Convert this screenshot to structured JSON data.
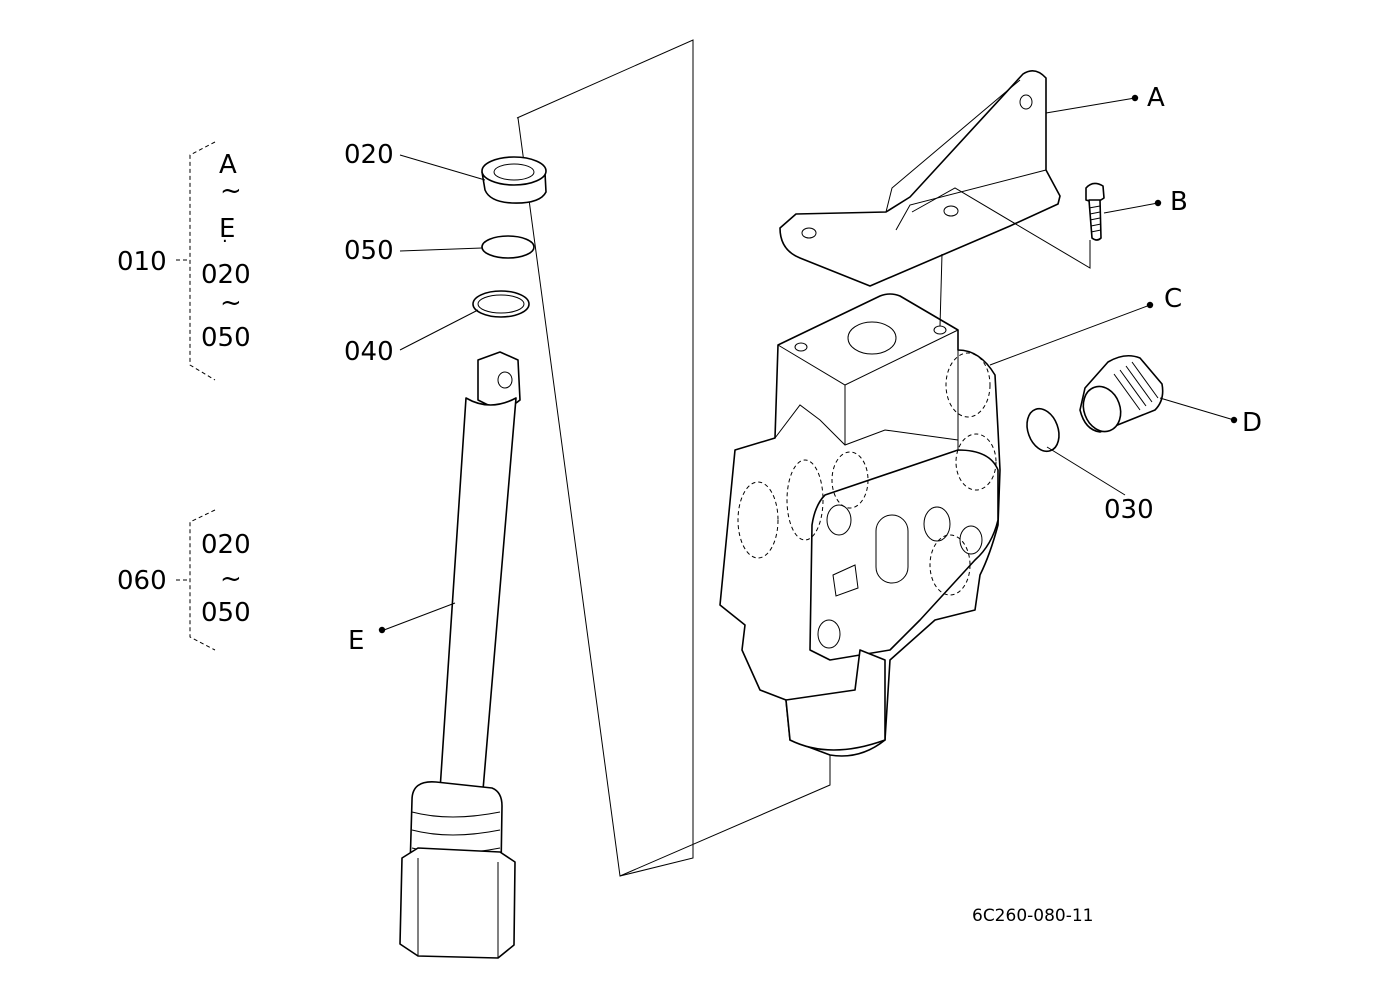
{
  "drawing_code": "6C260-080-11",
  "callouts": {
    "c020": "020",
    "c050": "050",
    "c040": "040",
    "cA": "A",
    "cB": "B",
    "cC": "C",
    "cD": "D",
    "cE": "E",
    "c030": "030"
  },
  "groups": {
    "g010": {
      "label": "010",
      "lines": [
        "A",
        "~",
        "E",
        "·",
        "020",
        "~",
        "050"
      ]
    },
    "g060": {
      "label": "060",
      "lines": [
        "020",
        "~",
        "050"
      ]
    }
  }
}
